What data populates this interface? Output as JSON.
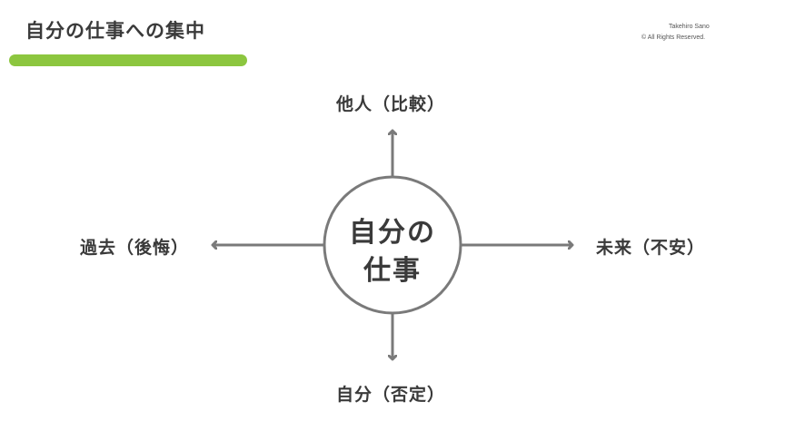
{
  "header": {
    "title": "自分の仕事への集中",
    "author": "Takehiro Sano",
    "copyright": "©  All Rights Reserved."
  },
  "diagram": {
    "center_line1": "自分の",
    "center_line2": "仕事",
    "top_label": "他人（比較）",
    "bottom_label": "自分（否定）",
    "left_label": "過去（後悔）",
    "right_label": "未来（不安）"
  },
  "colors": {
    "accent_bar": "#8cc63f",
    "arrow": "#7a7a7a",
    "text": "#3a3a3a"
  }
}
